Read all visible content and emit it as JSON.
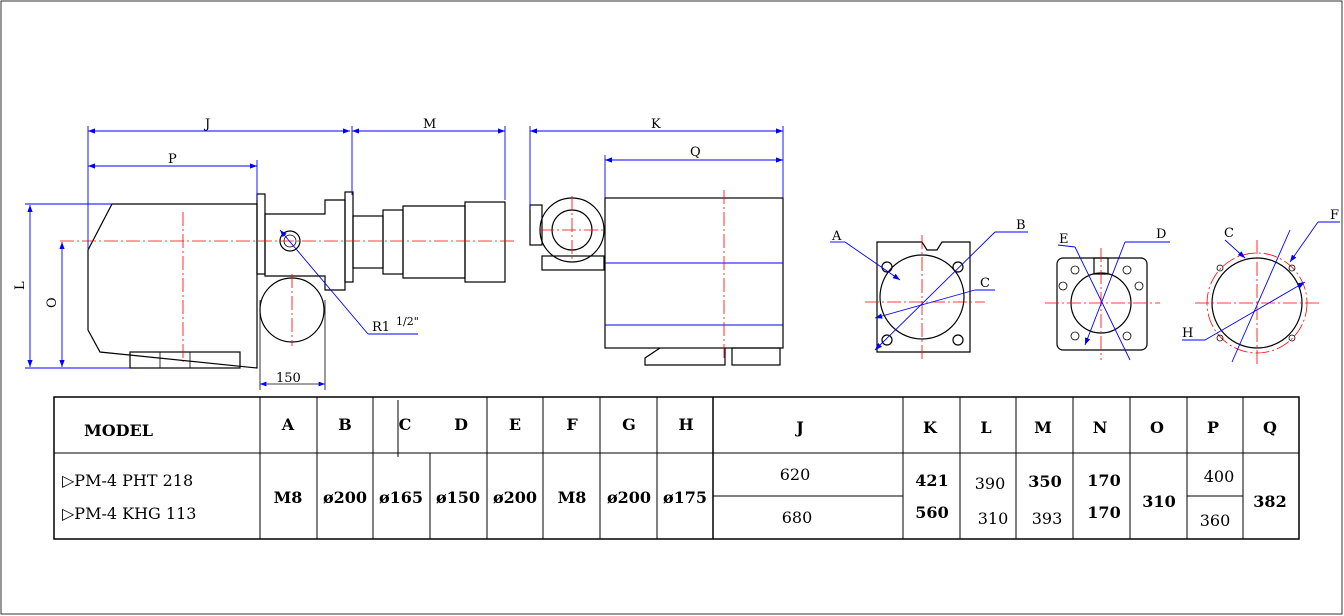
{
  "drawing": {
    "labels": {
      "J": "J",
      "P": "P",
      "M": "M",
      "K": "K",
      "Q": "Q",
      "L": "L",
      "O": "O",
      "width_150": "150",
      "thread": "R1",
      "thread_size": "1/2\"",
      "A": "A",
      "B": "B",
      "C": "C",
      "D": "D",
      "E": "E",
      "F": "F",
      "H": "H",
      "C2": "C"
    },
    "colors": {
      "dimension": "#0000ff",
      "centerline": "#ff0000",
      "outline": "#000000"
    }
  },
  "table": {
    "model_header": "MODEL",
    "headers": [
      "A",
      "B",
      "C",
      "D",
      "E",
      "F",
      "G",
      "H",
      "J",
      "K",
      "L",
      "M",
      "N",
      "O",
      "P",
      "Q"
    ],
    "models": [
      "▷PM-4  PHT 218",
      "▷PM-4  KHG 113"
    ],
    "shared": {
      "A": "M8",
      "B": "ø200",
      "C": "ø165",
      "D": "ø150",
      "E": "ø200",
      "F": "M8",
      "G": "ø200",
      "H": "ø175",
      "O": "310",
      "Q": "382"
    },
    "rows": [
      {
        "J": "620",
        "K": "421",
        "L": "390",
        "M": "350",
        "N": "170",
        "P": "400"
      },
      {
        "J": "680",
        "K": "560",
        "L": "310",
        "M": "393",
        "N": "170",
        "P": "360"
      }
    ]
  }
}
